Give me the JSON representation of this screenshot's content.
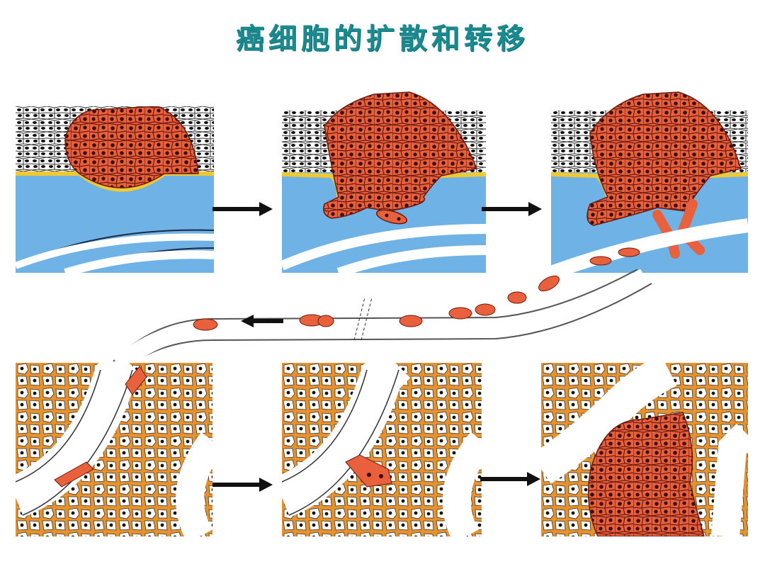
{
  "title": "癌细胞的扩散和转移",
  "colors": {
    "title": "#1a8a8f",
    "tumor_cell": "#e8603c",
    "tumor_outline": "#6b1a10",
    "nucleus": "#3a0d08",
    "connective_tissue": "#6fb2e6",
    "basement_membrane": "#f0c830",
    "normal_cell": "#ffffff",
    "intercellular": "#e8922e",
    "arrow": "#111111"
  },
  "panels": [
    {
      "id": 1,
      "row": "top",
      "stage": "tumor confined above basement membrane"
    },
    {
      "id": 2,
      "row": "top",
      "stage": "tumor breaches basement membrane"
    },
    {
      "id": 3,
      "row": "top",
      "stage": "tumor cells invade blood vessel"
    },
    {
      "id": 4,
      "row": "bottom",
      "stage": "circulating tumor cells reach distant capillary"
    },
    {
      "id": 5,
      "row": "bottom",
      "stage": "extravasation into tissue"
    },
    {
      "id": 6,
      "row": "bottom",
      "stage": "secondary tumor growth"
    }
  ],
  "arrows": [
    {
      "from": 1,
      "to": 2,
      "direction": "right"
    },
    {
      "from": 2,
      "to": 3,
      "direction": "right"
    },
    {
      "from": 3,
      "to": 4,
      "direction": "left",
      "via": "blood-vessel"
    },
    {
      "from": 4,
      "to": 5,
      "direction": "right"
    },
    {
      "from": 5,
      "to": 6,
      "direction": "right"
    }
  ]
}
